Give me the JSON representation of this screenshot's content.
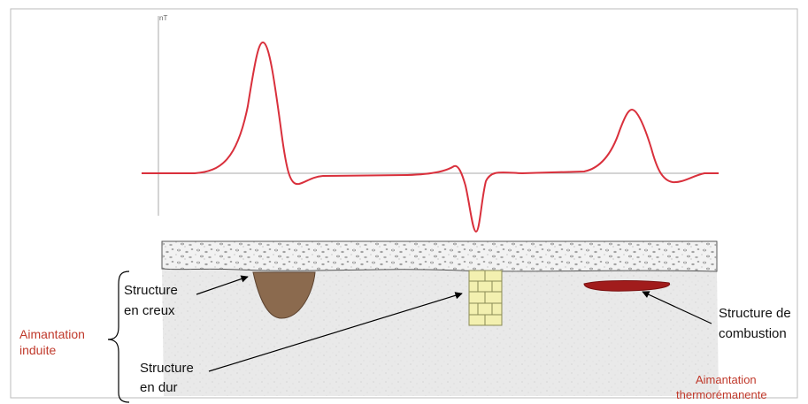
{
  "axis_unit": "nT",
  "labels": {
    "hollow_structure": [
      "Structure",
      "en creux"
    ],
    "hard_structure": [
      "Structure",
      "en dur"
    ],
    "combustion_structure": [
      "Structure de",
      "combustion"
    ],
    "induced_magnetization": [
      "Aimantation",
      "induite"
    ],
    "thermoremanent_magnetization": [
      "Aimantation",
      "thermorémanente"
    ]
  },
  "colors": {
    "curve": "#d9303c",
    "label_accent": "#c0392b",
    "hollow_fill": "#8b6a4e",
    "hard_fill": "#f3f0b0",
    "combustion_fill": "#a11c1c",
    "soil": "#e9e9e9",
    "surface_layer": "#f2f2f2"
  }
}
